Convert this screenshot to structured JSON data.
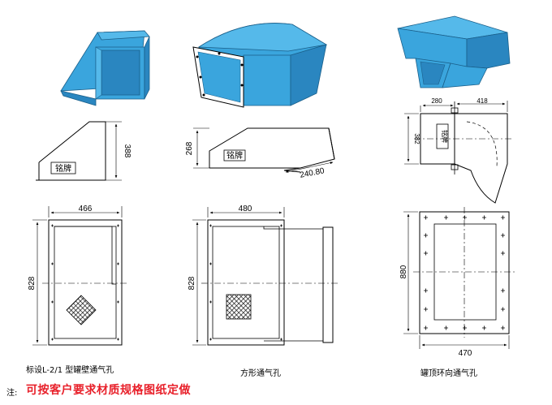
{
  "colors": {
    "duct_face": "#3aa5dd",
    "duct_top": "#55b9ea",
    "duct_dark": "#2a86c0",
    "note": "#e8202a",
    "line": "#000000"
  },
  "vent1": {
    "caption": "标设L-2/1 型罐壁通气孔",
    "height_dim": "388",
    "width_dim": "466",
    "body_dim": "828",
    "nameplate": "铭牌"
  },
  "vent2": {
    "caption": "方形通气孔",
    "height_dim": "268",
    "slope_dim": "240.80",
    "width_dim": "480",
    "body_dim": "828",
    "nameplate": "铭牌"
  },
  "vent3": {
    "caption": "罐顶环向通气孔",
    "top_left_dim": "280",
    "top_right_dim": "418",
    "height_dim": "382",
    "width_dim": "470",
    "body_dim": "880",
    "nameplate": "铭牌"
  },
  "note": {
    "label": "注:",
    "text": "可按客户要求材质规格图纸定做"
  }
}
